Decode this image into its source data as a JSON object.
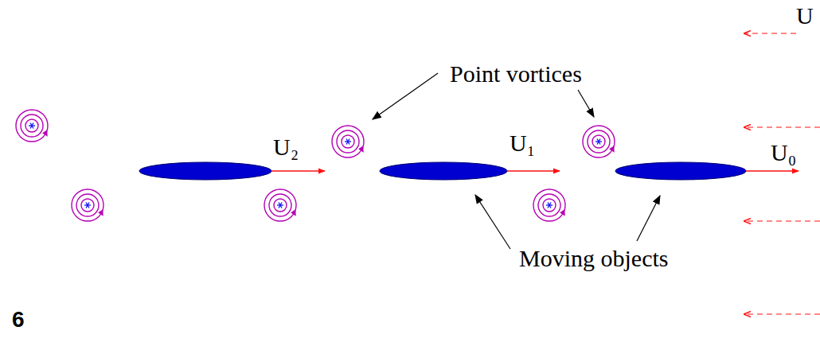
{
  "diagram": {
    "labels": [
      "U",
      "Point vortices",
      "U₂",
      "U₁",
      "U₀",
      "Moving objects",
      "6"
    ]
  }
}
